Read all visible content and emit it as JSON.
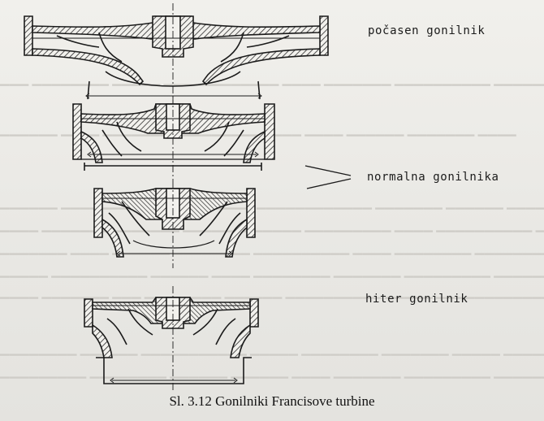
{
  "figure": {
    "runners": [
      {
        "label": "počasen gonilnik"
      },
      {
        "label": "normalna gonilnika"
      },
      {
        "label": "hiter gonilnik"
      }
    ],
    "caption": "Sl. 3.12 Gonilniki Francisove turbine"
  },
  "colors": {
    "paper": "#ecebe7",
    "ink": "#1b1b1b",
    "hatch": "#2a2a2a",
    "bleed_text": "#cfcdc8"
  }
}
